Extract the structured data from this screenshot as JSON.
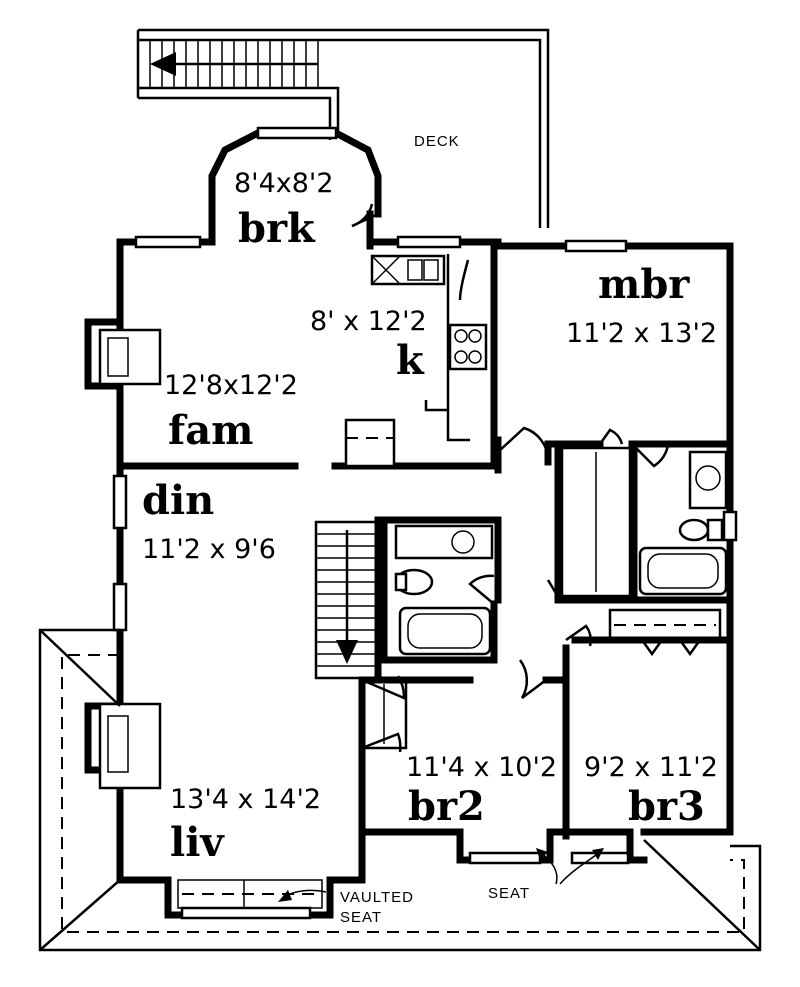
{
  "rooms": {
    "brk": {
      "name": "brk",
      "dims": "8'4x8'2"
    },
    "kitchen": {
      "name": "k",
      "dims": "8' x 12'2"
    },
    "fam": {
      "name": "fam",
      "dims": "12'8x12'2"
    },
    "mbr": {
      "name": "mbr",
      "dims": "11'2 x 13'2"
    },
    "din": {
      "name": "din",
      "dims": "11'2 x 9'6"
    },
    "liv": {
      "name": "liv",
      "dims": "13'4 x 14'2"
    },
    "br2": {
      "name": "br2",
      "dims": "11'4 x 10'2"
    },
    "br3": {
      "name": "br3",
      "dims": "9'2 x 11'2"
    }
  },
  "labels": {
    "deck": "DECK",
    "vaulted": "VAULTED",
    "seat_liv": "SEAT",
    "seat_br": "SEAT"
  }
}
